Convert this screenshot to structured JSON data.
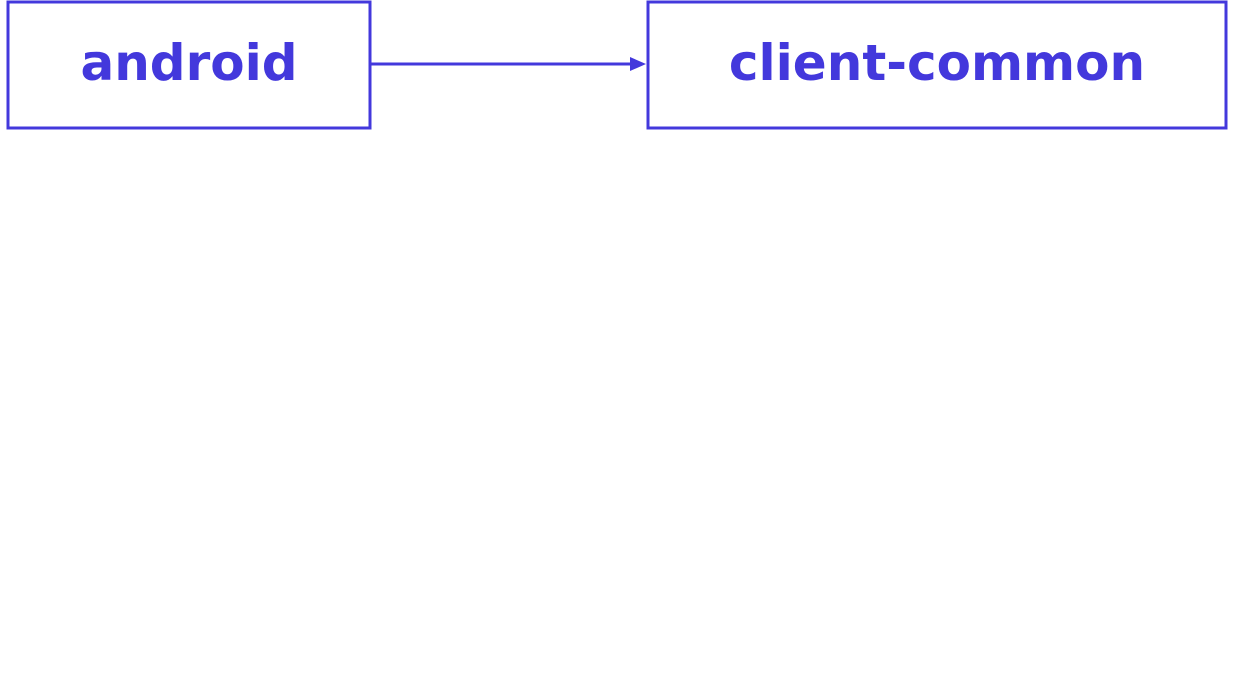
{
  "diagram": {
    "accent_color": "#4338dc",
    "background_color": "#ffffff",
    "nodes": [
      {
        "id": "android",
        "label": "android"
      },
      {
        "id": "client-common",
        "label": "client-common"
      }
    ],
    "edges": [
      {
        "from": "android",
        "to": "client-common",
        "arrowhead": "end"
      }
    ]
  }
}
